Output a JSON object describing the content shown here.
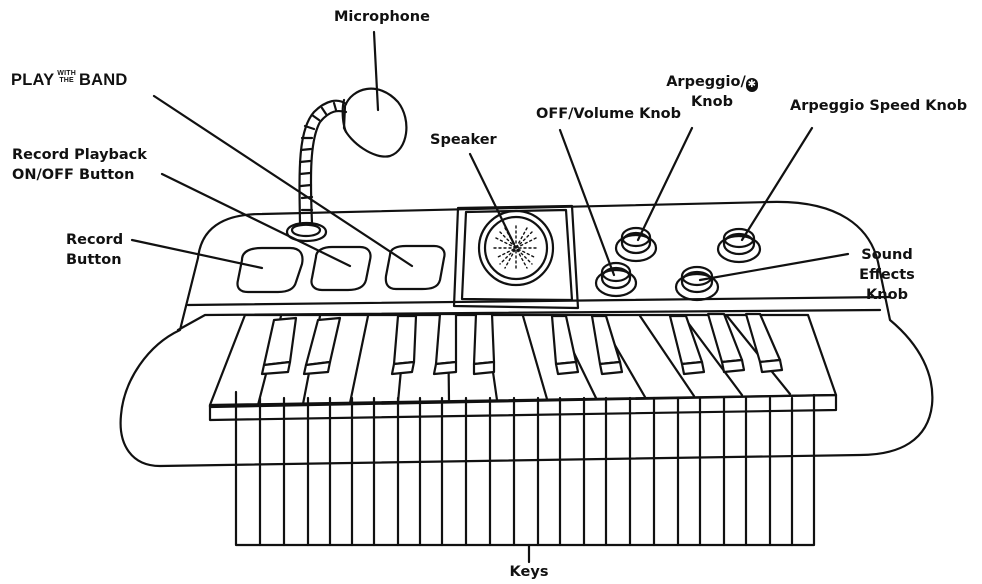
{
  "labels": {
    "microphone": "Microphone",
    "play_with_the_band": {
      "play": "PLAY",
      "with": "WITH",
      "the": "THE",
      "band": "BAND"
    },
    "record_playback": {
      "line1": "Record Playback",
      "line2": "ON/OFF Button"
    },
    "record_button": {
      "line1": "Record",
      "line2": "Button"
    },
    "speaker": "Speaker",
    "off_volume_knob": "OFF/Volume Knob",
    "arpeggio_bluetooth_knob": {
      "line1": "Arpeggio/",
      "icon": "bluetooth-icon",
      "line2": "Knob"
    },
    "arpeggio_speed_knob": "Arpeggio Speed Knob",
    "sound_effects_knob": {
      "line1": "Sound",
      "line2": "Effects",
      "line3": "Knob"
    },
    "keys": "Keys"
  },
  "colors": {
    "ink": "#111111",
    "paper": "#ffffff"
  }
}
